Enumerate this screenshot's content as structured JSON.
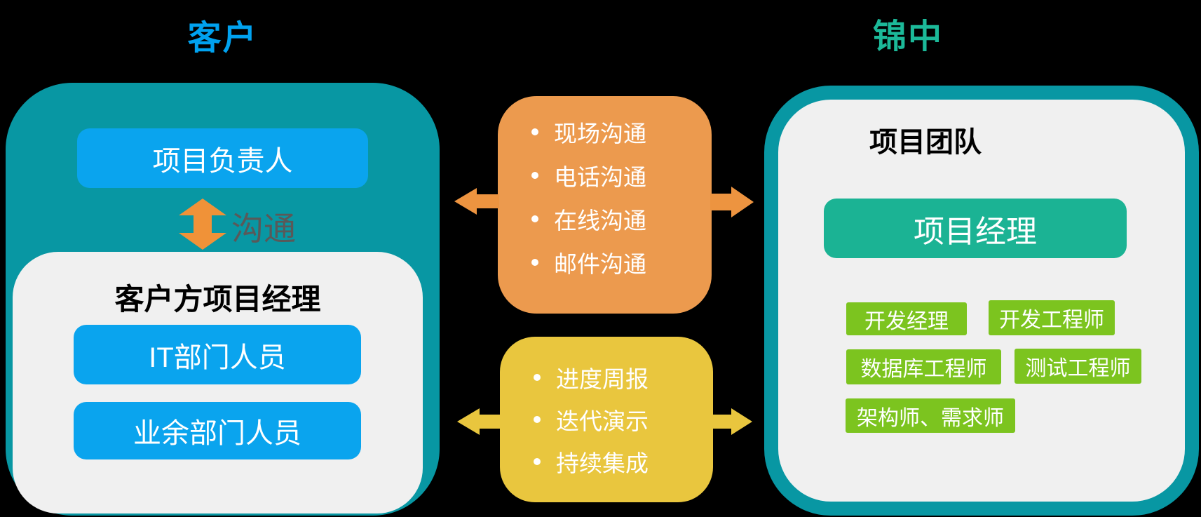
{
  "left": {
    "title": "客户",
    "top_button": "项目负责人",
    "arrow_label": "沟通",
    "inner_title": "客户方项目经理",
    "buttons": [
      "IT部门人员",
      "业余部门人员"
    ]
  },
  "middle": {
    "top_list": [
      "现场沟通",
      "电话沟通",
      "在线沟通",
      "邮件沟通"
    ],
    "bottom_list": [
      "进度周报",
      "迭代演示",
      "持续集成"
    ]
  },
  "right": {
    "title": "锦中",
    "inner_title": "项目团队",
    "manager_button": "项目经理",
    "role_buttons": [
      "开发经理",
      "开发工程师",
      "数据库工程师",
      "测试工程师",
      "架构师、需求师"
    ]
  },
  "colors": {
    "background": "#000000",
    "teal_panel": "#0897A3",
    "azure_button": "#0AA4EE",
    "azure_title": "#00A2F0",
    "emerald": "#1BB394",
    "emerald_title": "#1CB999",
    "lime_button": "#7CC41F",
    "orange_panel": "#EC9A4E",
    "orange_arrow": "#ED9440",
    "yellow_panel": "#E9C63E",
    "panel_light": "#F0F0F0",
    "comm_label_gray": "#595959"
  }
}
